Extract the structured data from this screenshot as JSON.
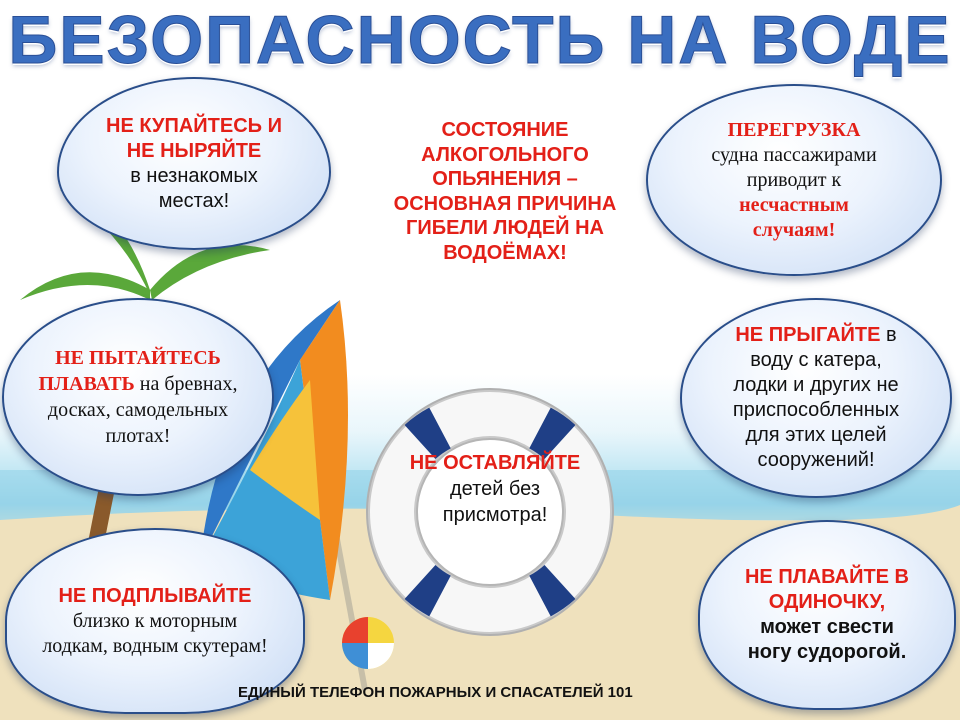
{
  "title": "БЕЗОПАСНОСТЬ НА ВОДЕ",
  "bubbles": {
    "b1": {
      "red": "НЕ КУПАЙТЕСЬ И НЕ НЫРЯЙТЕ",
      "rest": "в незнакомых местах!"
    },
    "b2": {
      "red_top": "НЕ ПЫТАЙТЕСЬ",
      "red_mid": "ПЛАВАТЬ",
      "rest": "на бревнах, досках, самодельных плотах!"
    },
    "b3": {
      "red": "НЕ ПОДПЛЫВАЙТЕ",
      "rest": "близко к моторным лодкам, водным скутерам!"
    },
    "b4": {
      "red": "ПЕРЕГРУЗКА",
      "rest_a": "судна пассажирами приводит к",
      "red_b": "несчастным случаям!"
    },
    "b5": {
      "red": "НЕ ПРЫГАЙТЕ",
      "rest": "в воду с катера, лодки и других не приспособленных для этих целей сооружений!"
    },
    "b6": {
      "red": "НЕ ПЛАВАЙТЕ В ОДИНОЧКУ,",
      "rest": "может свести ногу судорогой."
    }
  },
  "center": "СОСТОЯНИЕ АЛКОГОЛЬНОГО ОПЬЯНЕНИЯ – ОСНОВНАЯ ПРИЧИНА ГИБЕЛИ ЛЮДЕЙ НА ВОДОЁМАХ!",
  "ring": {
    "red": "НЕ ОСТАВЛЯЙТЕ",
    "rest": "детей без присмотра!"
  },
  "footer": "ЕДИНЫЙ ТЕЛЕФОН ПОЖАРНЫХ И СПАСАТЕЛЕЙ 101",
  "colors": {
    "accent_red": "#e32018",
    "title_blue": "#3a6ec0",
    "bubble_border": "#2a4e8a",
    "ring_blue": "#1f3f86"
  }
}
